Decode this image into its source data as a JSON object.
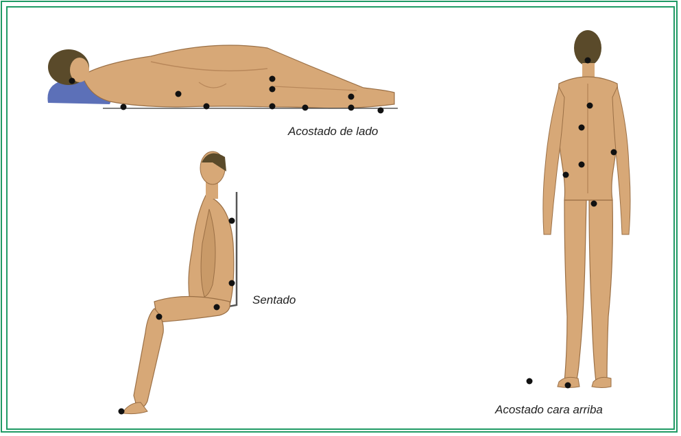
{
  "colors": {
    "frame": "#1f9a64",
    "skin": "#d7a877",
    "skin_shade": "#b8875a",
    "hair": "#5a4a2a",
    "pillow": "#5c70b8",
    "marker": "#111111",
    "support": "#555555"
  },
  "figures": {
    "lying_side": {
      "caption": "Acostado de lado",
      "icon": "person-lying-side",
      "pressure_points": 11
    },
    "sitting": {
      "caption": "Sentado",
      "icon": "person-sitting",
      "pressure_points": 5
    },
    "lying_back": {
      "caption": "Acostado cara arriba",
      "icon": "person-standing-back",
      "pressure_points": 9
    }
  }
}
